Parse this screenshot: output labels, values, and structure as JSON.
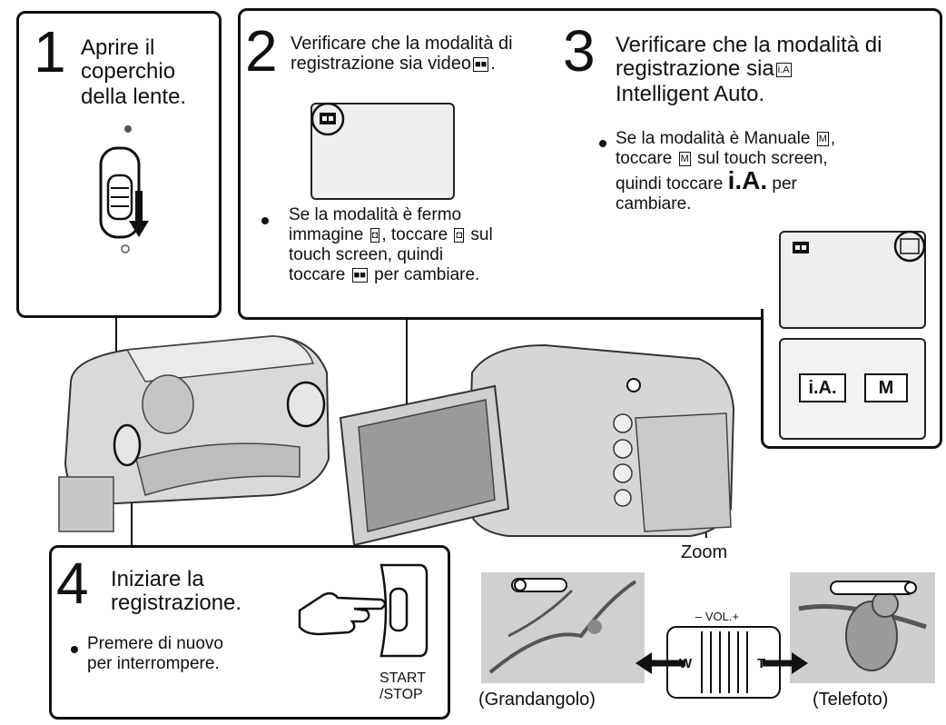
{
  "step1": {
    "number": "1",
    "text_l1": "Aprire il",
    "text_l2": "coperchio",
    "text_l3": "della lente."
  },
  "step2": {
    "number": "2",
    "title_l1": "Verificare che la modalità di",
    "title_l2": "registrazione sia video",
    "bullet_l1": "Se la modalità è fermo",
    "bullet_l2a": "immagine",
    "bullet_l2b": ", toccare",
    "bullet_l2c": "sul",
    "bullet_l3": "touch screen, quindi",
    "bullet_l4a": "toccare",
    "bullet_l4b": "per cambiare."
  },
  "step3": {
    "number": "3",
    "title_l1": "Verificare che la modalità di",
    "title_l2": "registrazione sia",
    "title_l3": "Intelligent Auto.",
    "bullet_l1": "Se la modalità è Manuale",
    "bullet_l2a": "toccare",
    "bullet_l2b": "sul touch screen,",
    "bullet_l3a": "quindi toccare",
    "bullet_l3b": "per",
    "bullet_l4": "cambiare.",
    "ia_button": "i.A.",
    "m_button": "M",
    "ia_chip": "i.A",
    "ia_big": "i.A."
  },
  "step4": {
    "number": "4",
    "text_l1": "Iniziare la",
    "text_l2": "registrazione.",
    "bullet_l1": "Premere di nuovo",
    "bullet_l2": "per interrompere.",
    "start_l1": "START",
    "start_l2": "/STOP"
  },
  "zoom": {
    "label": "Zoom",
    "vol": "– VOL.+",
    "w": "W",
    "t": "T",
    "wide": "(Grandangolo)",
    "tele": "(Telefoto)"
  },
  "icons": {
    "video": "video-camera-icon",
    "photo": "camera-icon",
    "manual": "M"
  }
}
